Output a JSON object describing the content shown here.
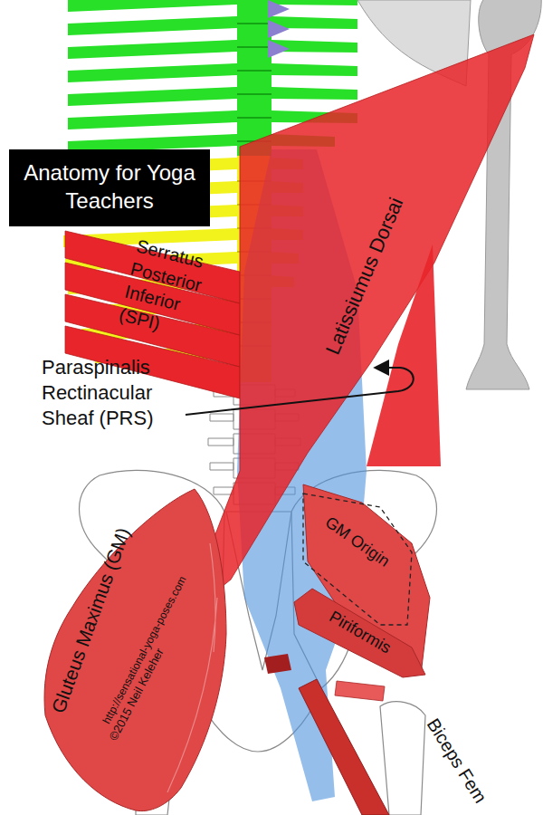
{
  "diagram": {
    "nodes": [
      {
        "text": [
          "Anatomy for Yoga Teachers"
        ]
      }
    ],
    "labels": [
      "Serratus Posterior Inferior (SPI)",
      "Latissiumus Dorsai",
      "Paraspinalis Rectinacular Sheaf (PRS)",
      "Gluteus Maximus (GM)",
      "GM Origin",
      "Piriformis",
      "©2015 Neil Keleher",
      "http://sensational-yoga-poses.com",
      "Biceps Fem"
    ]
  }
}
